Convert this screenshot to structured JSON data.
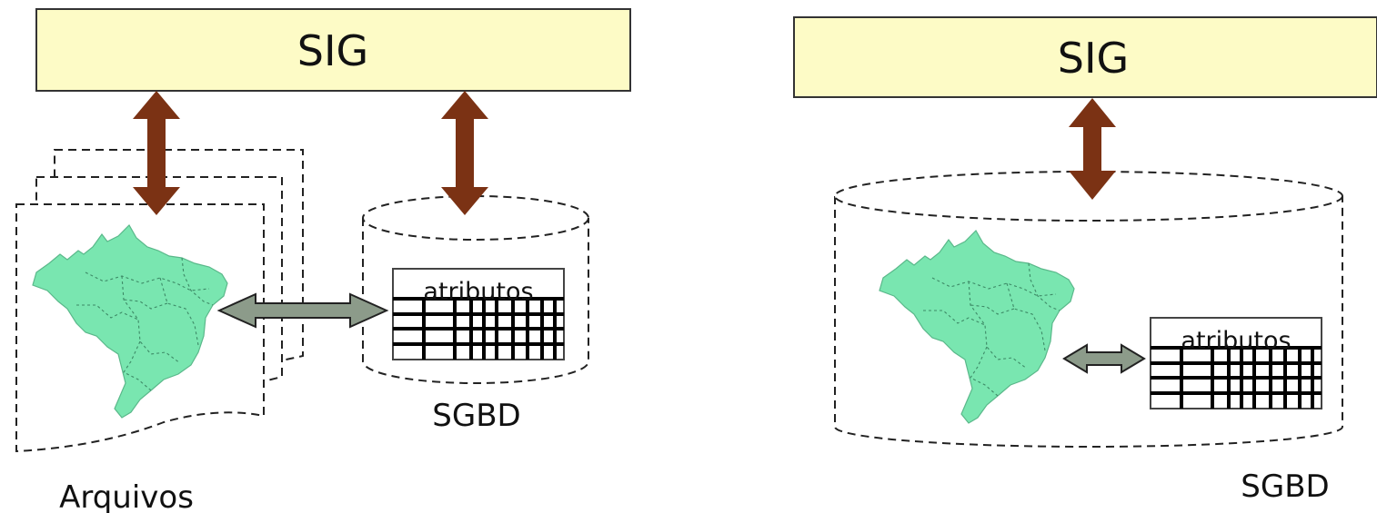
{
  "colors": {
    "sig_box_fill": "#fdfbc6",
    "vertical_arrow": "#7b3214",
    "horizontal_arrow": "#8c9b8a",
    "map_fill": "#79e6b0"
  },
  "left_diagram": {
    "sig_label": "SIG",
    "table_label": "atributos",
    "database_label": "SGBD",
    "files_label": "Arquivos"
  },
  "right_diagram": {
    "sig_label": "SIG",
    "table_label": "atributos",
    "database_label": "SGBD"
  }
}
